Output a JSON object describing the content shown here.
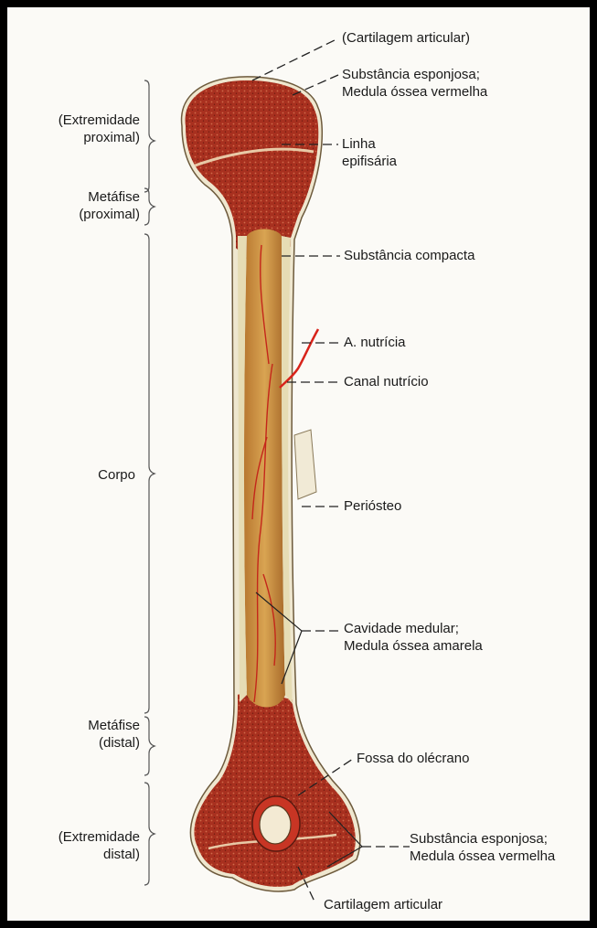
{
  "colors": {
    "background": "#fbfaf6",
    "frame": "#000000",
    "spongy_bone": "#a8301f",
    "medullary_cavity": "#c98a3a",
    "compact_bone": "#ede6cf",
    "artery": "#d8231a"
  },
  "left_labels": {
    "proximal_end": [
      "(Extremidade",
      "proximal)"
    ],
    "proximal_metaphysis": [
      "Metáfise",
      "(proximal)"
    ],
    "shaft": "Corpo",
    "distal_metaphysis": [
      "Metáfise",
      "(distal)"
    ],
    "distal_end": [
      "(Extremidade",
      "distal)"
    ]
  },
  "right_labels": {
    "articular_cartilage_top": "(Cartilagem articular)",
    "spongy_top": [
      "Substância esponjosa;",
      "Medula óssea vermelha"
    ],
    "epiphyseal_line": [
      "Linha",
      "epifisária"
    ],
    "compact_substance": "Substância compacta",
    "nutrient_artery": "A. nutrícia",
    "nutrient_canal": "Canal nutrício",
    "periosteum": "Periósteo",
    "medullary_cavity": [
      "Cavidade medular;",
      "Medula óssea amarela"
    ],
    "olecranon_fossa": "Fossa do olécrano",
    "spongy_bottom": [
      "Substância esponjosa;",
      "Medula óssea vermelha"
    ],
    "articular_cartilage_bottom": "Cartilagem articular"
  }
}
